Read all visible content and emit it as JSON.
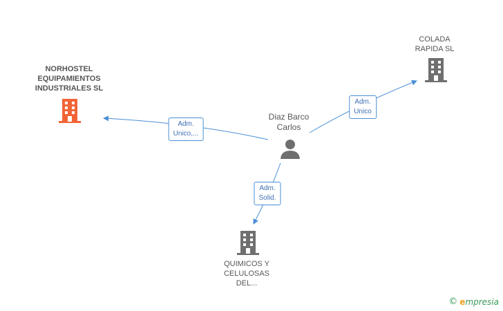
{
  "nodes": {
    "norhostel": {
      "lines": [
        "NORHOSTEL",
        "EQUIPAMIENTOS",
        "INDUSTRIALES SL"
      ],
      "color": "#f26436"
    },
    "colada": {
      "lines": [
        "COLADA",
        "RAPIDA SL"
      ],
      "color": "#6f6f6f"
    },
    "quimicos": {
      "lines": [
        "QUIMICOS Y",
        "CELULOSAS",
        "DEL..."
      ],
      "color": "#6f6f6f"
    },
    "person": {
      "lines": [
        "Diaz Barco",
        "Carlos"
      ],
      "color": "#6f6f6f"
    }
  },
  "edges": {
    "to_norhostel": {
      "lines": [
        "Adm.",
        "Unico,..."
      ]
    },
    "to_colada": {
      "lines": [
        "Adm.",
        "Unico"
      ]
    },
    "to_quimicos": {
      "lines": [
        "Adm.",
        "Solid."
      ]
    }
  },
  "colors": {
    "edge": "#4a8fd6"
  },
  "watermark": {
    "copyright": "©",
    "brand_initial": "e",
    "brand_rest": "mpresia"
  }
}
